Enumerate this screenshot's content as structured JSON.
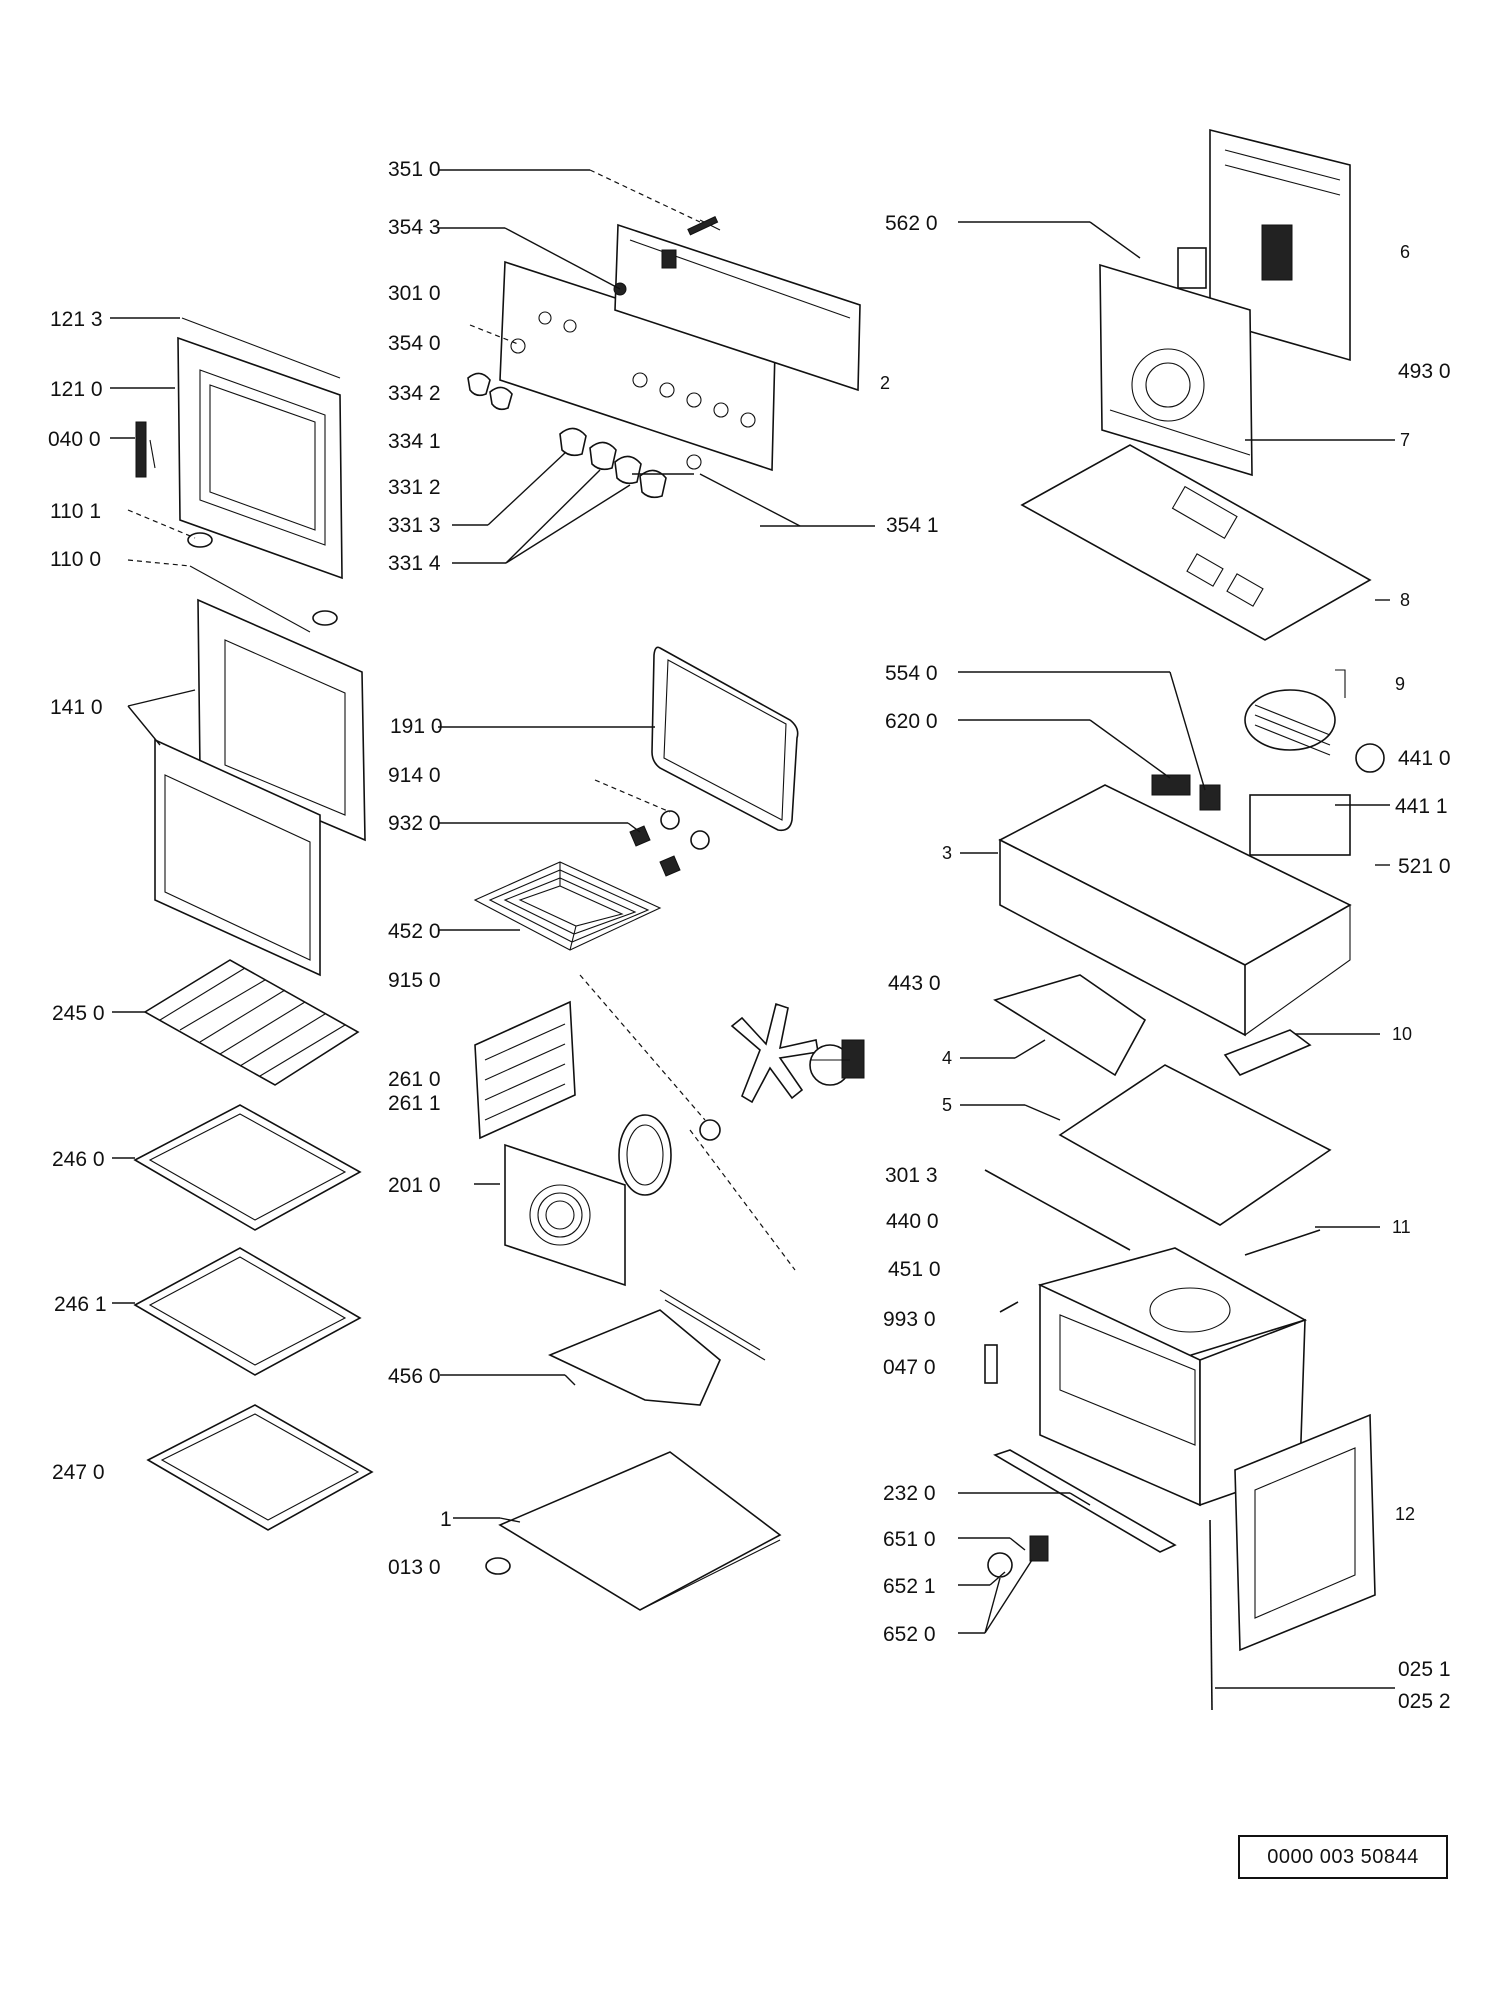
{
  "document": {
    "number": "0000 003 50844"
  },
  "labels": {
    "l3510": "351 0",
    "l3543": "354 3",
    "l3010": "301 0",
    "l3540": "354 0",
    "l3342": "334 2",
    "l3341": "334 1",
    "l3312": "331 2",
    "l3313": "331 3",
    "l3314": "331 4",
    "l3541": "354 1",
    "l2": "2",
    "l1213": "121 3",
    "l1210": "121 0",
    "l0400": "040 0",
    "l1101": "110 1",
    "l1100": "110 0",
    "l1410": "141 0",
    "l2450": "245 0",
    "l2460": "246 0",
    "l2461": "246 1",
    "l2470": "247 0",
    "l1910": "191 0",
    "l9140": "914 0",
    "l9320": "932 0",
    "l4520": "452 0",
    "l9150": "915 0",
    "l2610": "261 0",
    "l2611": "261 1",
    "l2010": "201 0",
    "l4560": "456 0",
    "l1": "1",
    "l0130": "013 0",
    "l5620": "562 0",
    "l6": "6",
    "l4930": "493 0",
    "l7": "7",
    "l8": "8",
    "l5540": "554 0",
    "l6200": "620 0",
    "l9": "9",
    "l4410": "441 0",
    "l4411": "441 1",
    "l3": "3",
    "l5210": "521 0",
    "l4430": "443 0",
    "l4": "4",
    "l10": "10",
    "l5": "5",
    "l3013": "301 3",
    "l4400": "440 0",
    "l4510": "451 0",
    "l11": "11",
    "l9930": "993 0",
    "l0470": "047 0",
    "l2320": "232 0",
    "l6510": "651 0",
    "l6521": "652 1",
    "l6520": "652 0",
    "l12": "12",
    "l0251": "025 1",
    "l0252": "025 2"
  }
}
